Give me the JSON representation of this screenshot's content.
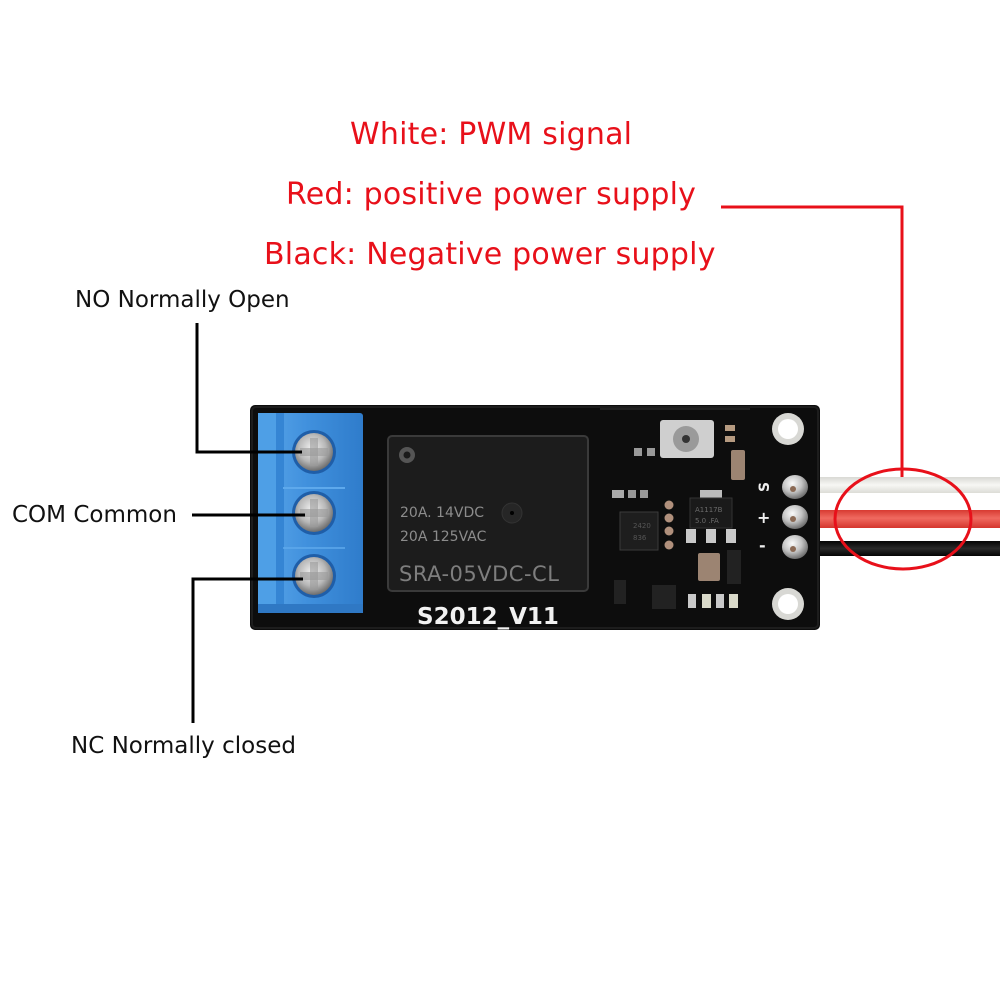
{
  "wire_legend": {
    "white": "White: PWM signal",
    "red": "Red: positive power supply",
    "black": "Black: Negative power supply"
  },
  "terminals": {
    "no": "NO Normally Open",
    "com": "COM Common",
    "nc": "NC Normally closed"
  },
  "relay": {
    "rating_dc": "20A. 14VDC",
    "rating_ac": "20A  125VAC",
    "model": "SRA-05VDC-CL"
  },
  "board": {
    "label": "S2012_V11",
    "pin_signal": "S",
    "pin_positive": "+",
    "pin_negative": "-",
    "regulator_line1": "A1117B",
    "regulator_line2": "5.0 .FA",
    "ic_line1": "2420",
    "ic_line2": "836"
  },
  "colors": {
    "annotation_red": "#e8101a",
    "terminal_blue": "#3f8fdc",
    "pcb_black": "#0d0d0d",
    "wire_white": "#eeeeea",
    "wire_red": "#e8473e",
    "wire_black": "#111111"
  }
}
